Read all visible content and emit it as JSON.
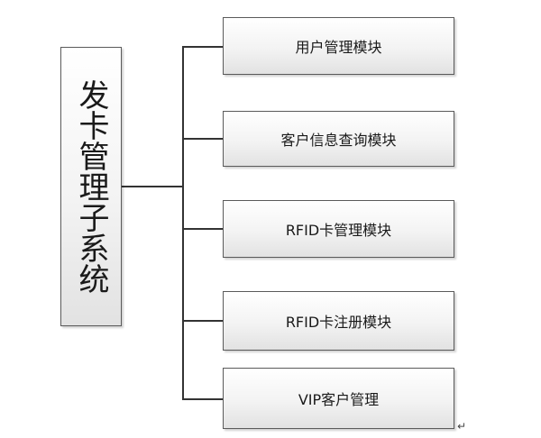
{
  "root": {
    "label": "发卡管理子系统"
  },
  "children": [
    {
      "label": "用户管理模块"
    },
    {
      "label": "客户信息查询模块"
    },
    {
      "label": "RFID卡管理模块"
    },
    {
      "label": "RFID卡注册模块"
    },
    {
      "label": "VIP客户管理"
    }
  ],
  "paragraph_mark": "↵"
}
